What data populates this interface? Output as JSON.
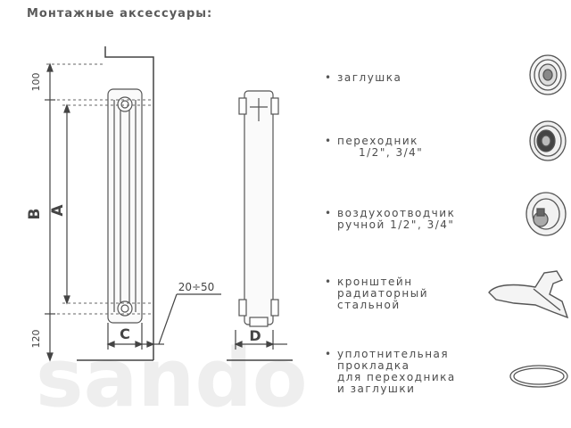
{
  "title": "Монтажные аксессуары:",
  "dimensions": {
    "top_height": "100",
    "bottom_height": "120",
    "B": "B",
    "A": "A",
    "C": "C",
    "D": "D",
    "gap": "20÷50"
  },
  "accessories": [
    {
      "icon": "plug-icon",
      "lines": [
        "заглушка"
      ]
    },
    {
      "icon": "adapter-icon",
      "lines": [
        "переходник",
        "1/2\", 3/4\""
      ]
    },
    {
      "icon": "air-vent-valve-icon",
      "lines": [
        "воздухоотводчик",
        "ручной 1/2\", 3/4\""
      ]
    },
    {
      "icon": "radiator-bracket-icon",
      "lines": [
        "кронштейн",
        "радиаторный",
        "стальной"
      ]
    },
    {
      "icon": "sealing-gasket-icon",
      "lines": [
        "уплотнительная",
        "прокладка",
        "для переходника",
        "и заглушки"
      ]
    }
  ],
  "watermark": "sando"
}
